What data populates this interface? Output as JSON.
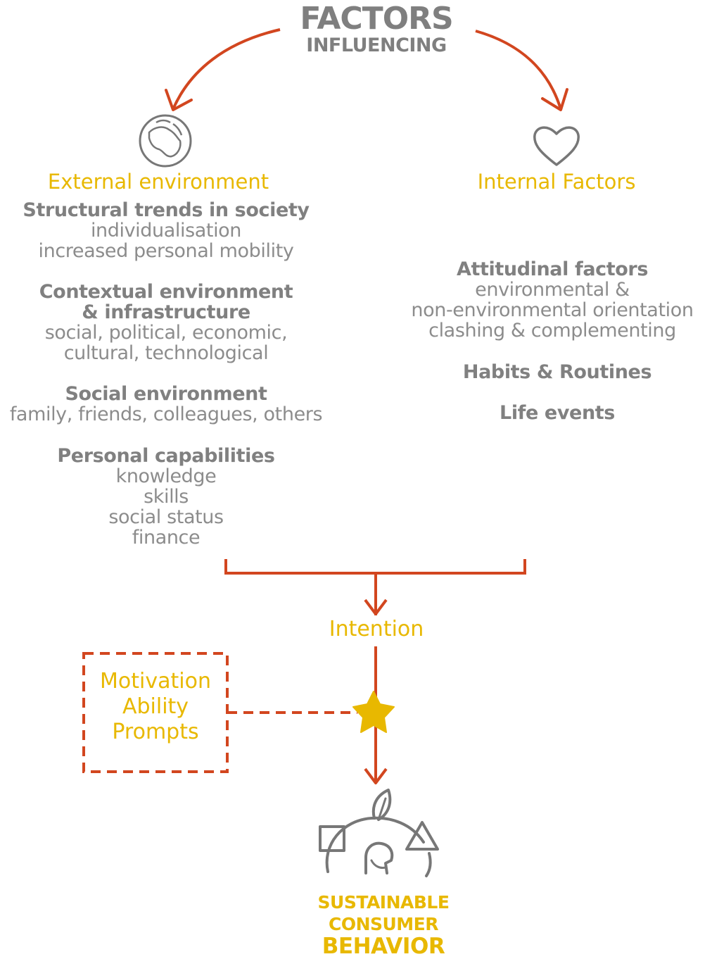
{
  "header": {
    "title": "FACTORS",
    "subtitle": "INFLUENCING"
  },
  "external": {
    "title": "External environment",
    "icon": "globe-icon",
    "groups": [
      {
        "title": "Structural trends in society",
        "items": [
          "individualisation",
          "increased personal mobility"
        ]
      },
      {
        "title_lines": [
          "Contextual environment",
          "& infrastructure"
        ],
        "items": [
          "social, political, economic,",
          "cultural, technological"
        ]
      },
      {
        "title": "Social environment",
        "items": [
          "family, friends, colleagues, others"
        ]
      },
      {
        "title": "Personal capabilities",
        "items": [
          "knowledge",
          "skills",
          "social status",
          "finance"
        ]
      }
    ]
  },
  "internal": {
    "title": "Internal Factors",
    "icon": "heart-icon",
    "groups": [
      {
        "title": "Attitudinal factors",
        "items": [
          "environmental &",
          "non-environmental orientation",
          "clashing & complementing"
        ]
      },
      {
        "title": "Habits & Routines"
      },
      {
        "title": "Life events"
      }
    ]
  },
  "intention": "Intention",
  "moderators": [
    "Motivation",
    "Ability",
    "Prompts"
  ],
  "outcome": {
    "lines": [
      "SUSTAINABLE",
      "CONSUMER",
      "BEHAVIOR"
    ],
    "icon": "sustainable-consumer-icon"
  },
  "colors": {
    "accent_orange": "#d2461f",
    "accent_yellow": "#e8b800",
    "text_gray": "#808080",
    "icon_gray": "#777777"
  }
}
